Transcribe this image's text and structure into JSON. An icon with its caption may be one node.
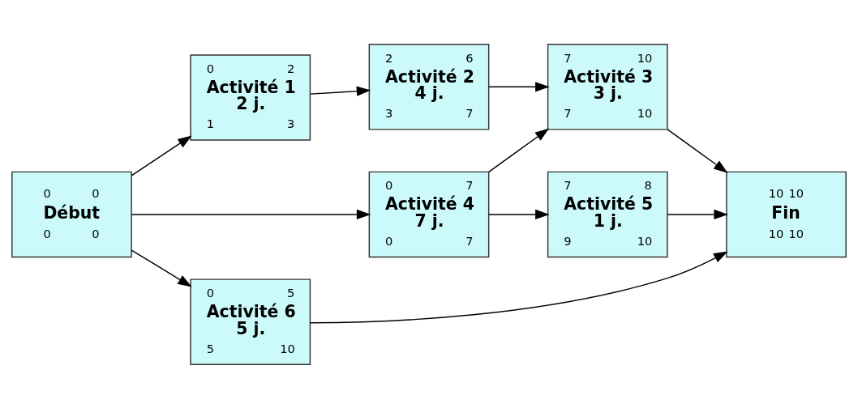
{
  "diagram": {
    "nodes": [
      {
        "text": [
          "0",
          "0",
          "Début",
          "0",
          "0"
        ]
      },
      {
        "text": [
          "0",
          "2",
          "Activité 1",
          "2 j.",
          "1",
          "3"
        ]
      },
      {
        "text": [
          "2",
          "6",
          "Activité 2",
          "4 j.",
          "3",
          "7"
        ]
      },
      {
        "text": [
          "7",
          "10",
          "Activité 3",
          "3 j.",
          "7",
          "10"
        ]
      },
      {
        "text": [
          "0",
          "7",
          "Activité 4",
          "7 j.",
          "0",
          "7"
        ]
      },
      {
        "text": [
          "7",
          "8",
          "Activité 5",
          "1 j.",
          "9",
          "10"
        ]
      },
      {
        "text": [
          "10",
          "10",
          "Fin",
          "10",
          "10"
        ]
      },
      {
        "text": [
          "0",
          "5",
          "Activité 6",
          "5 j.",
          "5",
          "10"
        ]
      }
    ],
    "edges": [
      {
        "from": 0,
        "to": 1,
        "arrow": "to"
      },
      {
        "from": 1,
        "to": 2,
        "arrow": "to"
      },
      {
        "from": 2,
        "to": 3,
        "arrow": "to"
      },
      {
        "from": 0,
        "to": 4,
        "arrow": "to"
      },
      {
        "from": 4,
        "to": 3,
        "arrow": "to"
      },
      {
        "from": 4,
        "to": 5,
        "arrow": "to"
      },
      {
        "from": 3,
        "to": 6,
        "arrow": "to"
      },
      {
        "from": 5,
        "to": 6,
        "arrow": "to"
      },
      {
        "from": 0,
        "to": 7,
        "arrow": "to"
      },
      {
        "from": 7,
        "to": 6,
        "arrow": "to"
      }
    ]
  }
}
